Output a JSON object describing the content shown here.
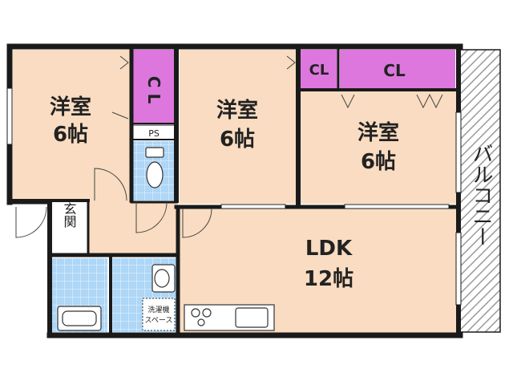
{
  "colors": {
    "room": "#f9dcc1",
    "closet": "#dd77dd",
    "wet": "#aed6f6",
    "wall": "#1a1a1a",
    "balcony_hatch": "#888888"
  },
  "rooms": {
    "bed1": {
      "name": "洋室",
      "size": "6帖"
    },
    "bed2": {
      "name": "洋室",
      "size": "6帖"
    },
    "bed3": {
      "name": "洋室",
      "size": "6帖"
    },
    "ldk": {
      "name": "LDK",
      "size": "12帖"
    }
  },
  "closets": {
    "cl1": "C L",
    "cl2": "CL",
    "cl3": "CL"
  },
  "ps": "PS",
  "entrance": "玄関",
  "balcony": "バルコニー",
  "laundry": {
    "line1": "洗濯機",
    "line2": "スペース"
  }
}
